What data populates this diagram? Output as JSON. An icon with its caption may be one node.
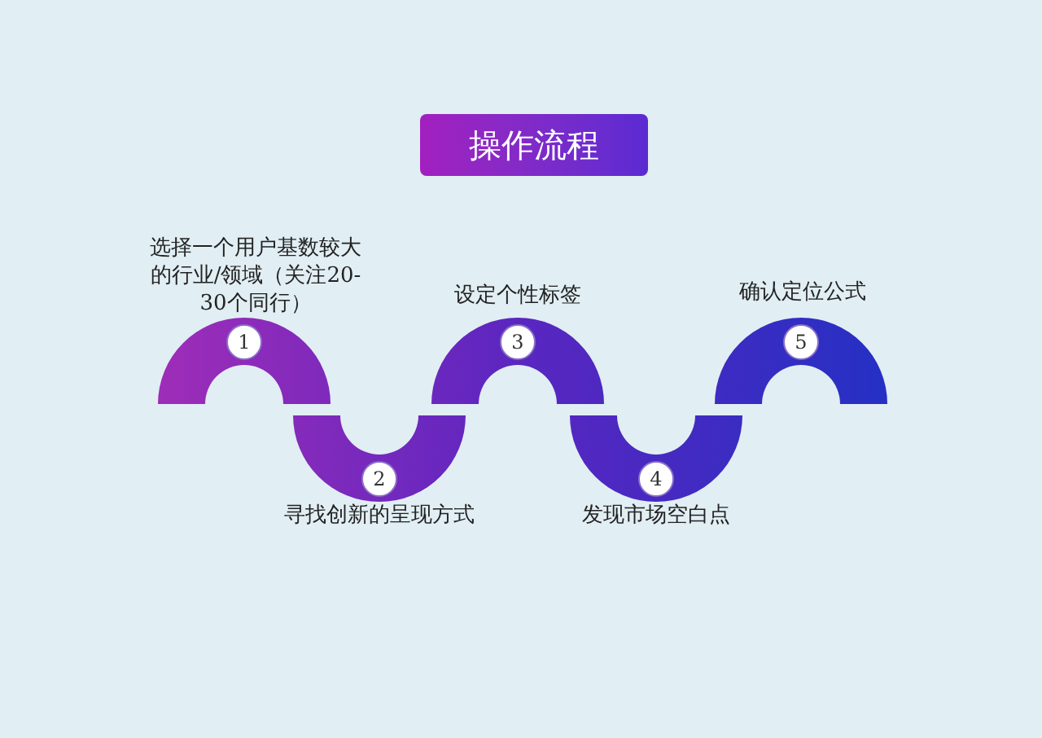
{
  "diagram": {
    "title": "操作流程",
    "nodes": [
      {
        "text": [
          "1"
        ],
        "beside": [
          "选择一个用户基数较大的行业/领域（关注20-30个同行）"
        ]
      },
      {
        "text": [
          "2"
        ],
        "beside": [
          "寻找创新的呈现方式"
        ]
      },
      {
        "text": [
          "3"
        ],
        "beside": [
          "设定个性标签"
        ]
      },
      {
        "text": [
          "4"
        ],
        "beside": [
          "发现市场空白点"
        ]
      },
      {
        "text": [
          "5"
        ],
        "beside": [
          "确认定位公式"
        ]
      }
    ]
  }
}
